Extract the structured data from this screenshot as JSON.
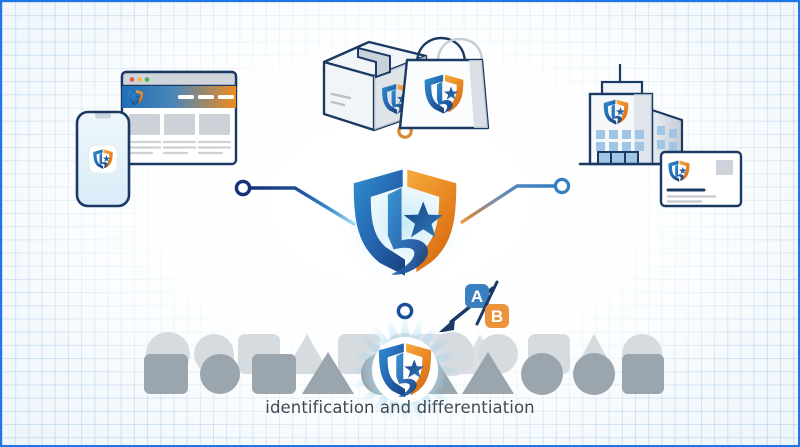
{
  "scene": {
    "title": "brand identity touchpoint diagram",
    "caption": "identification and differentiation",
    "background_color": "#f3f8fc",
    "border_color": "#1f74e8",
    "grid_color": "#7dafdc"
  },
  "brand": {
    "logo_name": "shield-star-b-logo",
    "color_blue_dark": "#1b4f9c",
    "color_blue": "#2f7fc4",
    "color_blue_light": "#4aa3d8",
    "color_orange": "#e8841f",
    "color_orange_light": "#f5a83c",
    "color_navy": "#1b3a63"
  },
  "nodes": {
    "top": {
      "name": "products-node",
      "items": [
        "shipping-box",
        "shopping-bag"
      ],
      "connector_color": "#e8841f"
    },
    "left": {
      "name": "digital-node",
      "items": [
        "smartphone",
        "browser-window"
      ],
      "connector_color": "#1b4f9c"
    },
    "right": {
      "name": "corporate-node",
      "items": [
        "office-building",
        "business-card"
      ],
      "connector_color": "#e8841f"
    },
    "bottom": {
      "name": "marketplace-node",
      "items": [
        "shape-row",
        "highlighted-logo"
      ],
      "connector_color": "#2f7fc4"
    }
  },
  "browser": {
    "name": "browser-window",
    "dots": [
      "#e8564a",
      "#f0bc3c",
      "#4caf50"
    ],
    "navbar_gradient": [
      "#1f6fb8",
      "#e8841f"
    ],
    "menu_items": 3,
    "content_cards": 3,
    "text_lines_per_card": 3
  },
  "phone": {
    "name": "smartphone",
    "app_icon": "shield-star-b-logo"
  },
  "building": {
    "name": "office-building",
    "sign": "shield-star-b-logo",
    "window_rows": 3,
    "window_cols": 4,
    "door_columns": 3
  },
  "business_card": {
    "name": "business-card",
    "logo": "shield-star-b-logo",
    "photo_placeholder": true,
    "accent_line_color": "#1b3a63",
    "text_lines": 2
  },
  "ab_badge": {
    "name": "ab-test-badge",
    "label_a": "A",
    "label_b": "B",
    "separator": "/",
    "color_a": "#1f6fb8",
    "color_b": "#e8841f",
    "arrow": "down-left-arrow"
  },
  "shape_row": {
    "name": "generic-shapes-row",
    "back_color": "#d5dbe0",
    "front_color": "#9aa5ae",
    "back_shapes": [
      "circle",
      "circle",
      "rounded-square",
      "triangle",
      "rounded-square",
      "circle",
      "circle",
      "circle",
      "rounded-square",
      "triangle",
      "circle",
      "triangle",
      "rounded-square",
      "triangle"
    ],
    "front_shapes": [
      "rounded-square",
      "circle",
      "rounded-square",
      "triangle",
      "circle",
      "triangle",
      "triangle",
      "circle",
      "circle",
      "rounded-square",
      "circle",
      "rounded-square"
    ]
  }
}
